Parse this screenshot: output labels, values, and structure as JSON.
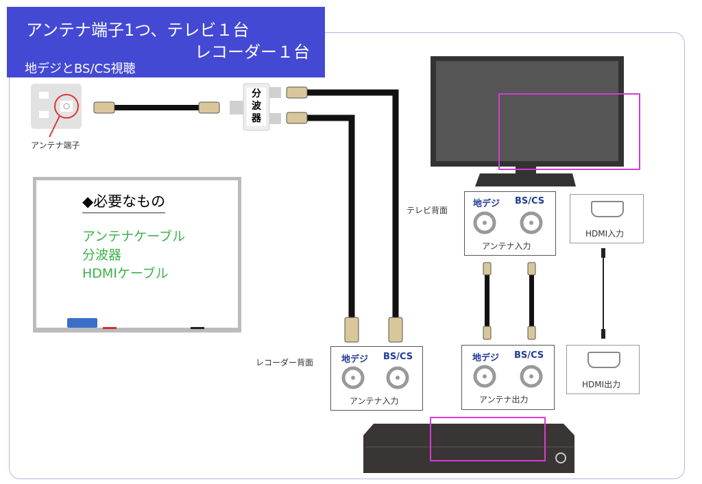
{
  "banner": {
    "line1": "アンテナ端子1つ、テレビ１台",
    "line2": "レコーダー１台",
    "line3": "地デジとBS/CS視聴",
    "color": "#4449d4"
  },
  "outlet": {
    "label": "アンテナ端子"
  },
  "splitter": {
    "label": "分波器"
  },
  "whiteboard": {
    "heading": "◆必要なもの",
    "items": [
      "アンテナケーブル",
      "分波器",
      "HDMIケーブル"
    ]
  },
  "tv_back": {
    "label": "テレビ背面",
    "port1": "地デジ",
    "port2": "BS/CS",
    "caption": "アンテナ入力"
  },
  "hdmi_in": {
    "label": "HDMI入力"
  },
  "recorder_back": {
    "label": "レコーダー背面"
  },
  "recorder_in": {
    "port1": "地デジ",
    "port2": "BS/CS",
    "caption": "アンテナ入力"
  },
  "recorder_out": {
    "port1": "地デジ",
    "port2": "BS/CS",
    "caption": "アンテナ出力"
  },
  "hdmi_out": {
    "label": "HDMI出力"
  },
  "highlight_color": "#d63ad6"
}
